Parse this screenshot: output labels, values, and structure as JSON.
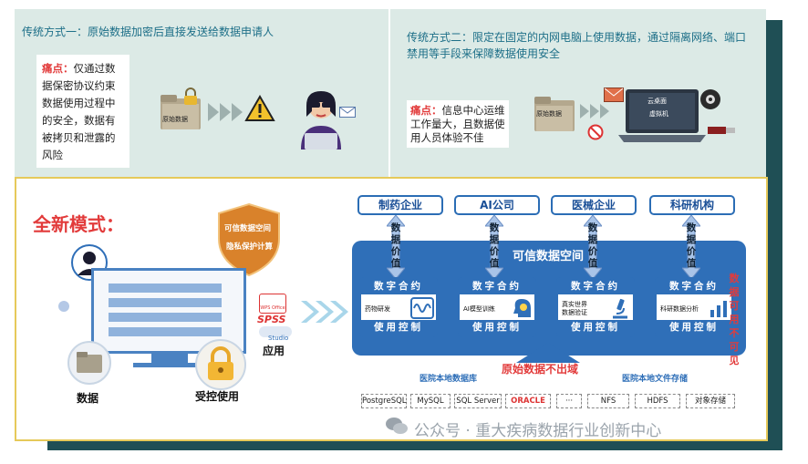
{
  "top": {
    "method1_title": "传统方式一：原始数据加密后直接发送给数据申请人",
    "method1_note_label": "痛点：",
    "method1_note_text": "仅通过数据保密协议约束数据使用过程中的安全，数据有被拷贝和泄露的风险",
    "method1_folder_label": "原始数据",
    "method2_title": "传统方式二：限定在固定的内网电脑上使用数据，通过隔离网络、端口禁用等手段来保障数据使用安全",
    "method2_note_label": "痛点：",
    "method2_note_text": "信息中心运维工作量大，且数据使用人员体验不佳",
    "method2_folder_label": "原始数据",
    "monitor_line1": "云桌面",
    "monitor_line2": "虚拟机"
  },
  "bottom": {
    "new_mode_title": "全新模式：",
    "shield_line1": "可信数据空间",
    "shield_line2": "隐私保护计算",
    "data_label": "数据",
    "controlled_label": "受控使用",
    "app_label": "应用",
    "spss_label": "SPSS",
    "studio_label": "Studio",
    "app_small_label": "WPS Office",
    "enterprises": [
      "制药企业",
      "AI公司",
      "医械企业",
      "科研机构"
    ],
    "flow_label": "数据价值",
    "trusted_space_title": "可信数据空间",
    "card_head": "数字合约",
    "card_foot": "使用控制",
    "card_labels": [
      "药物研发",
      "AI模型训练",
      "真实世界\n数据验证",
      "科研数据分析"
    ],
    "side_text": "数据可用不可见",
    "raw_data_label": "原始数据不出域",
    "db_left_label": "医院本地数据库",
    "db_right_label": "医院本地文件存储",
    "db_items": [
      "PostgreSQL",
      "MySQL",
      "SQL Server",
      "ORACLE",
      "···",
      "NFS",
      "HDFS",
      "对象存储"
    ]
  },
  "watermark": "公众号 · 重大疾病数据行业创新中心",
  "colors": {
    "accent_blue": "#2f6fb8",
    "teal": "#1d6f88",
    "red": "#e23b3b",
    "orange": "#d9822b",
    "panel_bg": "#dceae6"
  }
}
